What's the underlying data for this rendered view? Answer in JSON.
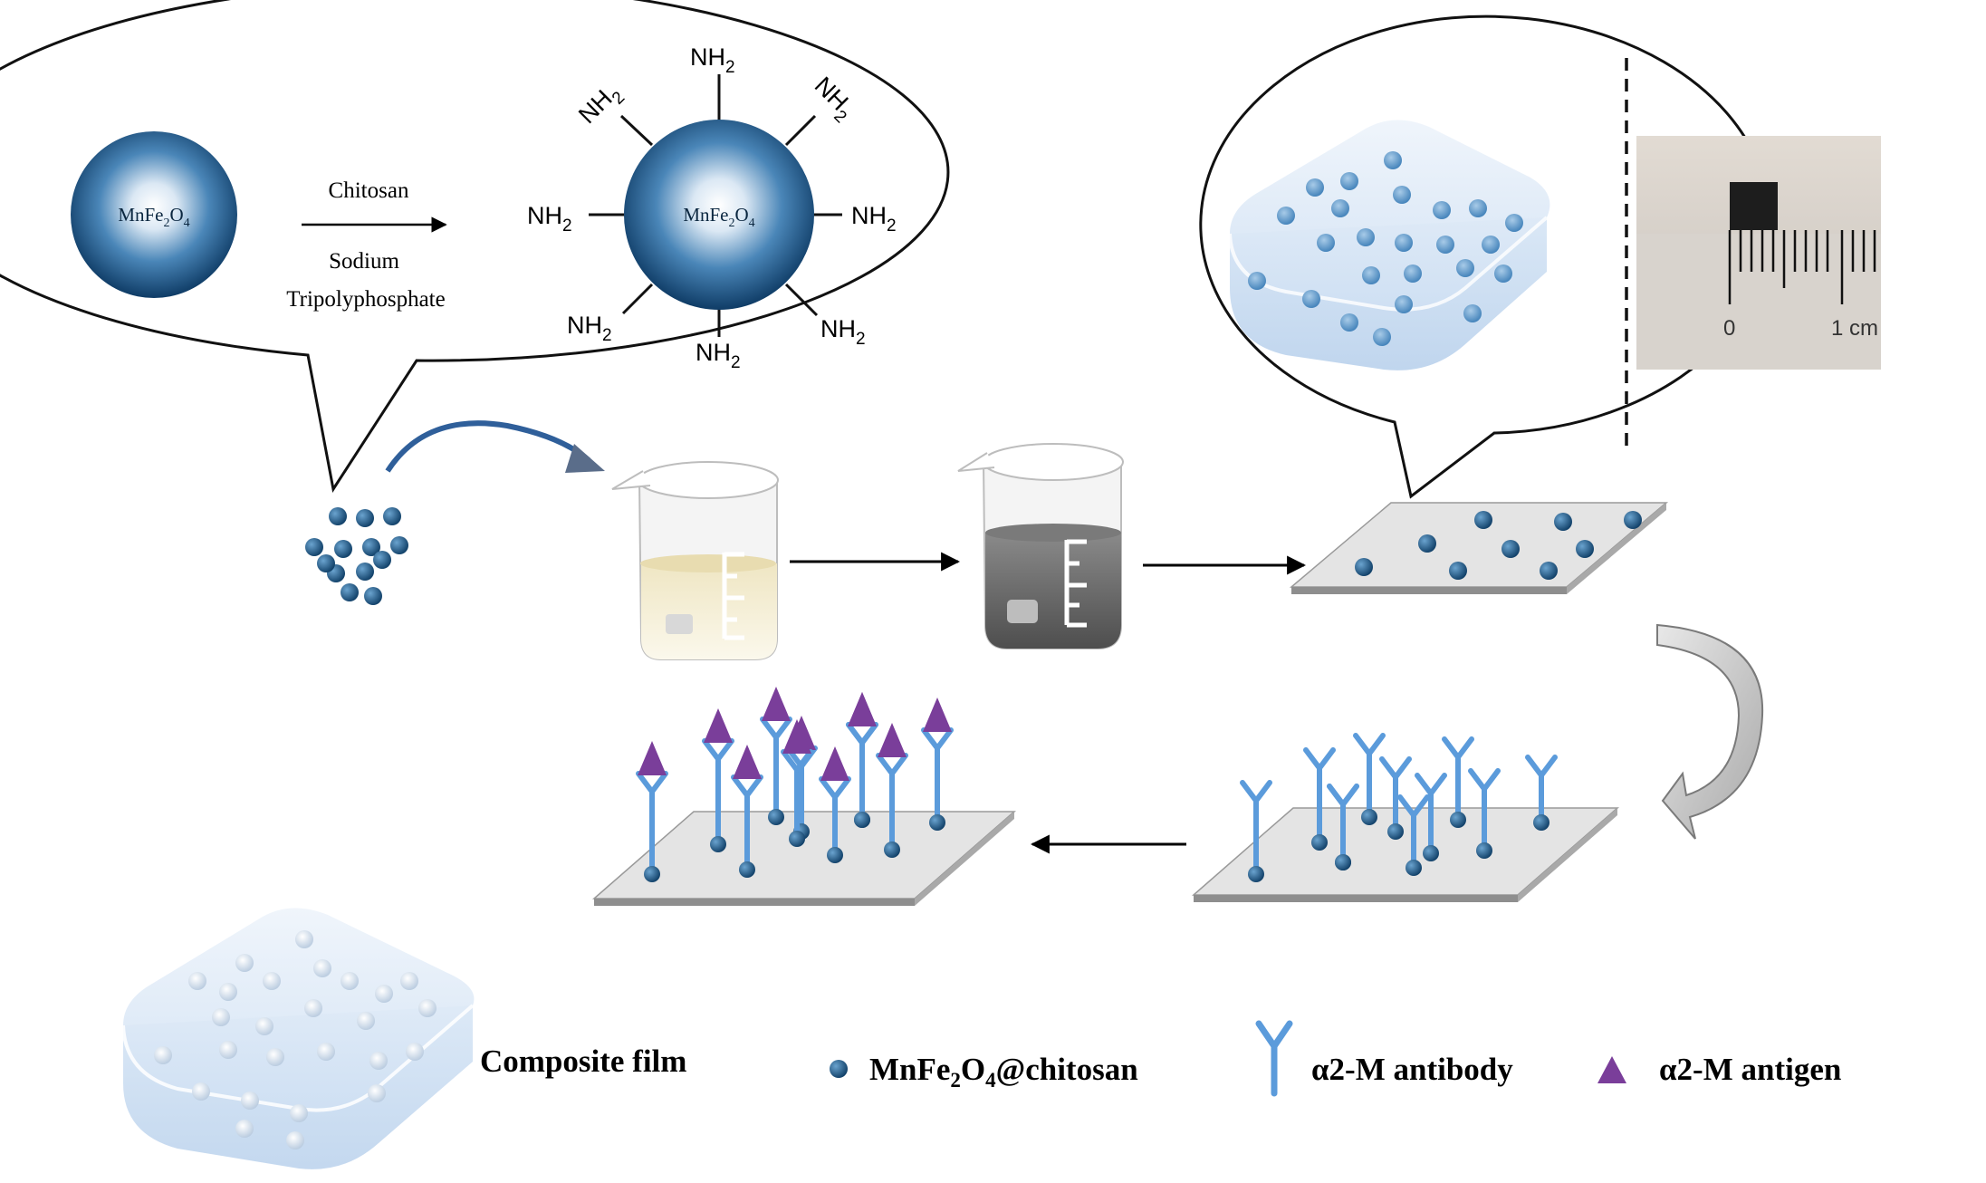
{
  "reaction": {
    "core_left": {
      "base": "MnFe",
      "sub1": "2",
      "mid": "O",
      "sub2": "4"
    },
    "core_right": {
      "base": "MnFe",
      "sub1": "2",
      "mid": "O",
      "sub2": "4"
    },
    "reagent_top": "Chitosan",
    "reagent_bottom_1": "Sodium",
    "reagent_bottom_2": "Tripolyphosphate",
    "amine": {
      "base": "NH",
      "sub": "2"
    }
  },
  "ruler": {
    "zero": "0",
    "one": "1 cm"
  },
  "legend": {
    "composite_film": "Composite film",
    "particle": {
      "base": "MnFe",
      "sub1": "2",
      "mid": "O",
      "sub2": "4",
      "tail": "@chitosan"
    },
    "antibody": "α2-M antibody",
    "antigen": "α2-M antigen"
  },
  "colors": {
    "nanoparticle": "#1f5c8a",
    "antibody": "#5b9bdb",
    "antigen": "#7a3e9a",
    "substrate": "#e4e4e4",
    "film": "#cfe0f3",
    "curved_arrow": "#b9b9b9"
  }
}
